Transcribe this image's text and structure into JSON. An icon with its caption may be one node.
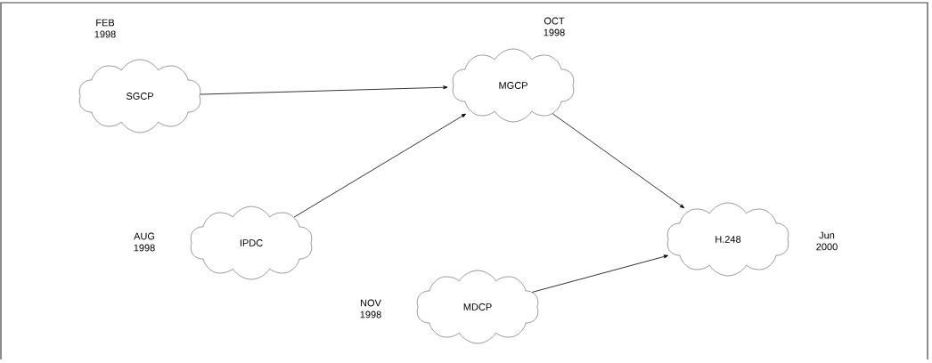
{
  "diagram": {
    "nodes": [
      {
        "text": [
          "SGCP"
        ],
        "beside": [
          "FEB 1998"
        ]
      },
      {
        "text": [
          "MGCP"
        ],
        "beside": [
          "OCT 1998"
        ]
      },
      {
        "text": [
          "IPDC"
        ],
        "beside": [
          "AUG 1998"
        ]
      },
      {
        "text": [
          "H.248"
        ],
        "beside": [
          "Jun 2000"
        ]
      },
      {
        "text": [
          "MDCP"
        ],
        "beside": [
          "NOV 1998"
        ]
      }
    ],
    "edges": [
      {
        "from": 0,
        "to": 1,
        "arrow": "to"
      },
      {
        "from": 2,
        "to": 1,
        "arrow": "to"
      },
      {
        "from": 1,
        "to": 3,
        "arrow": "to"
      },
      {
        "from": 4,
        "to": 3,
        "arrow": "to"
      }
    ]
  }
}
